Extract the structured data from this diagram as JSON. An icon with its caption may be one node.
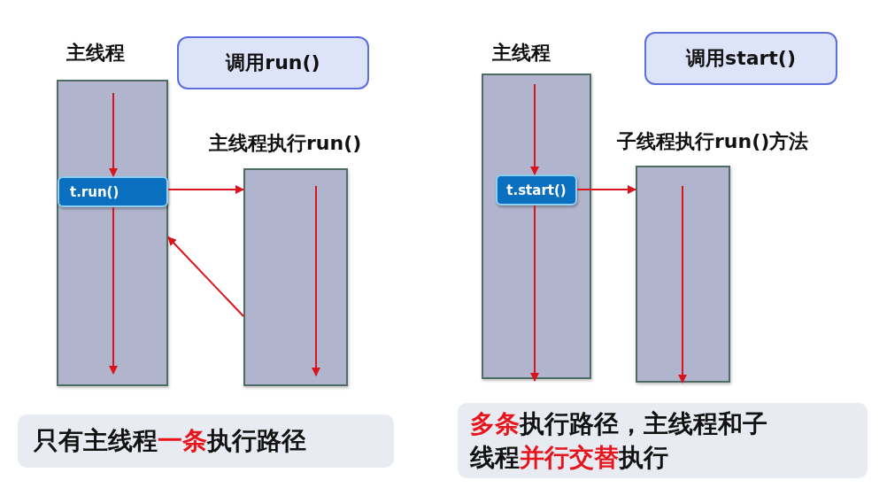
{
  "diagram": {
    "nodes": [
      {
        "text": [
          "主线程"
        ]
      },
      {
        "text": [
          "调用run()"
        ]
      },
      {
        "text": [
          "t.run()"
        ],
        "in": 0
      },
      {
        "text": [
          "主线程执行run()"
        ]
      },
      {
        "text": [
          "只有主线程**一条**执行路径"
        ]
      },
      {
        "text": [
          "主线程"
        ]
      },
      {
        "text": [
          "调用start()"
        ]
      },
      {
        "text": [
          "t.start()"
        ],
        "in": 5
      },
      {
        "text": [
          "子线程执行run()方法"
        ]
      },
      {
        "text": [
          "**多条**执行路径，主线程和子线程**并行交替**执行"
        ]
      }
    ],
    "edges": [
      {
        "from": null,
        "to": 2,
        "arrow": "to"
      },
      {
        "from": 2,
        "to": null,
        "arrow": "to"
      },
      {
        "from": 2,
        "to": 3,
        "arrow": "to"
      },
      {
        "from": 3,
        "to": 0,
        "arrow": "to"
      },
      {
        "from": null,
        "to": 7,
        "arrow": "to"
      },
      {
        "from": 7,
        "to": null,
        "arrow": "to"
      },
      {
        "from": 7,
        "to": 8,
        "arrow": "to"
      }
    ]
  }
}
